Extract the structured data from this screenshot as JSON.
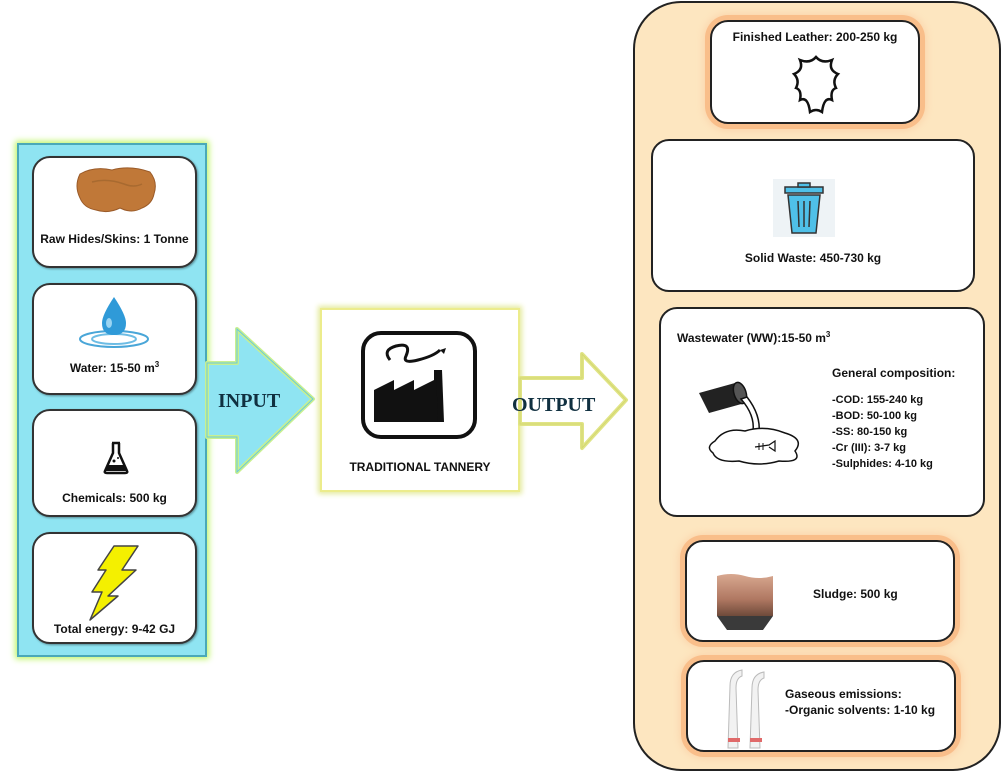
{
  "input": {
    "arrow_label": "INPUT",
    "items": [
      {
        "label": "Raw Hides/Skins: 1 Tonne"
      },
      {
        "label": "Water: 15-50 m",
        "unit_sup": "3"
      },
      {
        "label": "Chemicals: 500 kg"
      },
      {
        "label": "Total energy: 9-42 GJ"
      }
    ]
  },
  "process": {
    "label": "TRADITIONAL TANNERY"
  },
  "output": {
    "arrow_label": "OUTPUT",
    "finished_leather": "Finished Leather: 200-250 kg",
    "solid_waste": "Solid Waste: 450-730 kg",
    "wastewater": {
      "title": "Wastewater (WW):15-50 m",
      "title_sup": "3",
      "composition_title": "General composition:",
      "composition": [
        "-COD: 155-240 kg",
        "-BOD: 50-100 kg",
        "-SS: 80-150 kg",
        "-Cr (III): 3-7 kg",
        "-Sulphides: 4-10 kg"
      ]
    },
    "sludge": "Sludge: 500 kg",
    "gaseous": {
      "title": "Gaseous emissions:",
      "line": "-Organic solvents: 1-10 kg"
    }
  },
  "colors": {
    "input_panel": "#8fe4f2",
    "output_panel": "#fde6c0",
    "arrow_fill": "#8fe4f2",
    "bolt": "#f4f000",
    "bin": "#4fc0e8"
  }
}
